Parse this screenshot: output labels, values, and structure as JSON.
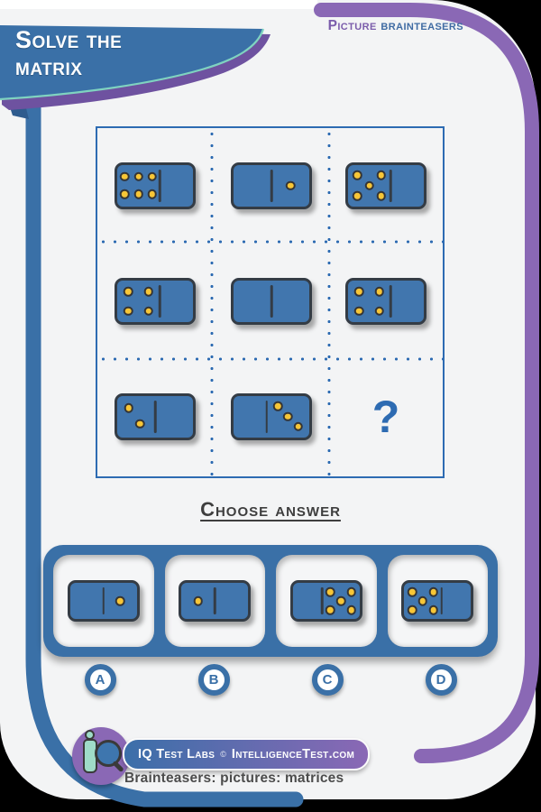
{
  "header": {
    "title_line1": "Solve the",
    "title_line2": "matrix",
    "category_word1": "Picture",
    "category_word2": "brainteasers"
  },
  "matrix": {
    "question_mark": "?",
    "cells": [
      {
        "row": 1,
        "col": 1,
        "left": "six",
        "right": "blank"
      },
      {
        "row": 1,
        "col": 2,
        "left": "blank",
        "right": "one"
      },
      {
        "row": 1,
        "col": 3,
        "left": "five",
        "right": "blank"
      },
      {
        "row": 2,
        "col": 1,
        "left": "four",
        "right": "blank"
      },
      {
        "row": 2,
        "col": 2,
        "left": "blank",
        "right": "blank"
      },
      {
        "row": 2,
        "col": 3,
        "left": "four",
        "right": "blank"
      },
      {
        "row": 3,
        "col": 1,
        "left": "two-diag",
        "right": "blank"
      },
      {
        "row": 3,
        "col": 2,
        "left": "blank",
        "right": "three-diag"
      },
      {
        "row": 3,
        "col": 3,
        "question": true
      }
    ]
  },
  "choose": {
    "heading": "Choose answer"
  },
  "answers": {
    "options": [
      {
        "letter": "A",
        "left": "blank",
        "right": "one"
      },
      {
        "letter": "B",
        "left": "one",
        "right": "blank"
      },
      {
        "letter": "C",
        "left": "blank",
        "right": "five"
      },
      {
        "letter": "D",
        "left": "five",
        "right": "blank"
      }
    ]
  },
  "footer": {
    "logo_icon": "magnifier-test-tube-icon",
    "brand": "IQ Test Labs",
    "copyright_symbol": "©",
    "site": "IntelligenceTest.com",
    "breadcrumb": "Brainteasers: pictures: matrices"
  },
  "colors": {
    "accent_blue": "#3a70a7",
    "accent_purple": "#8a68b5",
    "banner_shadow_purple": "#6e52a0",
    "banner_teal_edge": "#7fd3c0",
    "domino_fill": "#4176ae",
    "domino_border": "#343c45",
    "pip_yellow": "#f7c637",
    "grid_line": "#2d6bb2",
    "card_bg": "#f3f4f5",
    "heading_text": "#3e3e3e",
    "footer_text": "#4c4c4c"
  }
}
